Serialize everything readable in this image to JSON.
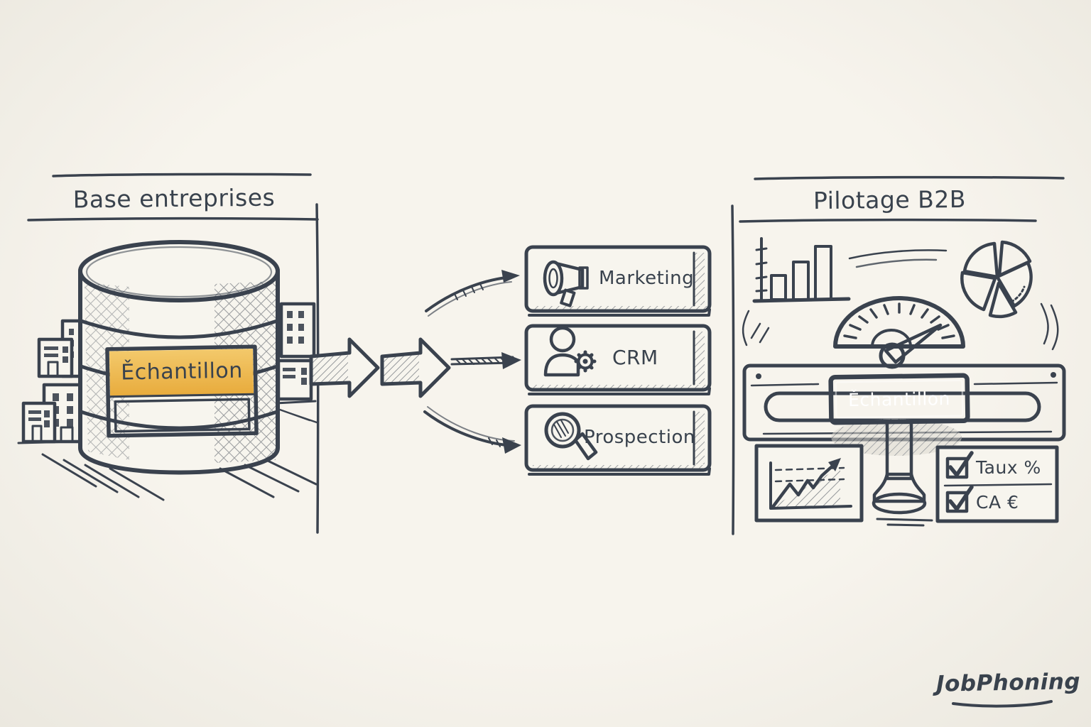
{
  "colors": {
    "background": "#f3f0e9",
    "ink": "#3a424e",
    "panel_fill": "#f7f5ee",
    "accent_orange": "#ecb54e",
    "accent_teal_light": "#8ccbd6",
    "accent_teal": "#2f9fc0",
    "text_on_teal": "#ffffff"
  },
  "left_panel": {
    "title": "Base entreprises",
    "database_label": "Ěchantillon",
    "decor": [
      "database-cylinder-icon",
      "city-buildings-icon"
    ]
  },
  "flow": {
    "arrows": [
      "double-chevron-arrow",
      "curved-arrow-up",
      "straight-arrow",
      "curved-arrow-down"
    ],
    "channels": [
      {
        "label": "Marketing",
        "icon": "megaphone-icon"
      },
      {
        "label": "CRM",
        "icon": "user-gear-icon"
      },
      {
        "label": "Prospection",
        "icon": "magnifying-glass-icon"
      }
    ]
  },
  "right_panel": {
    "title": "Pilotage B2B",
    "sample_tag": "Ěchantillon",
    "widgets": [
      "bar-chart",
      "pie-chart",
      "gauge",
      "sample-slider",
      "line-chart",
      "kpi-checklist"
    ],
    "checklist": [
      {
        "checked": true,
        "label": "Taux %"
      },
      {
        "checked": true,
        "label": "CA €"
      }
    ]
  },
  "logo": "JobPhoning"
}
